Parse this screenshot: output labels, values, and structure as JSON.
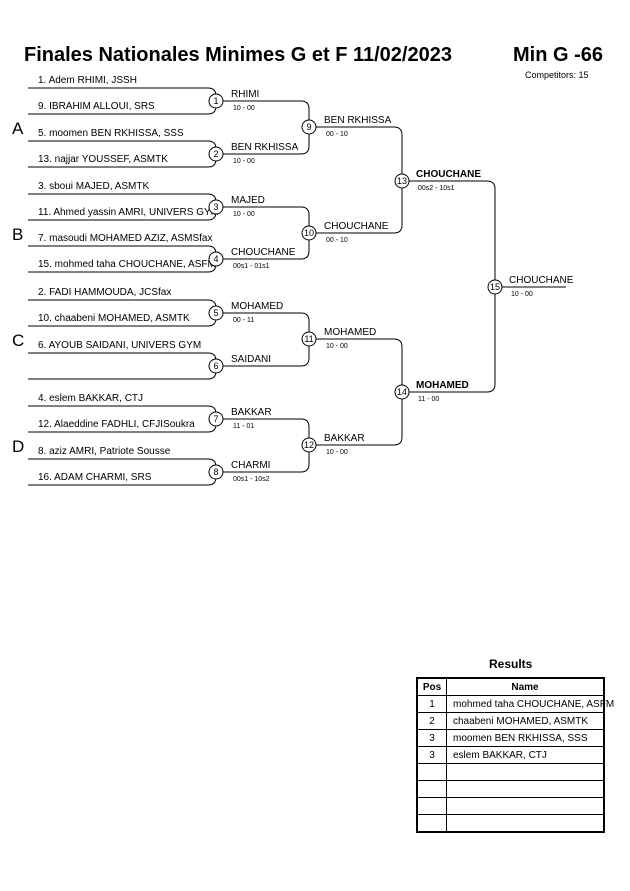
{
  "header": {
    "title": "Finales Nationales Minimes G et F  11/02/2023",
    "category": "Min G -66",
    "competitors": "Competitors: 15"
  },
  "pools": [
    "A",
    "B",
    "C",
    "D"
  ],
  "players": [
    "1. Adem RHIMI, JSSH",
    "9. IBRAHIM ALLOUI, SRS",
    "5. moomen BEN RKHISSA, SSS",
    "13. najjar YOUSSEF, ASMTK",
    "3. sboui MAJED, ASMTK",
    "11. Ahmed yassin AMRI, UNIVERS GYM",
    "7. masoudi MOHAMED AZIZ, ASMSfax",
    "15. mohmed taha CHOUCHANE, ASFM",
    "2. FADI HAMMOUDA, JCSfax",
    "10. chaabeni MOHAMED, ASMTK",
    "6. AYOUB SAIDANI, UNIVERS GYM",
    "",
    "4. eslem BAKKAR, CTJ",
    "12. Alaeddine FADHLI, CFJISoukra",
    "8. aziz AMRI, Patriote Sousse",
    "16. ADAM CHARMI, SRS"
  ],
  "matches": {
    "r1": [
      {
        "num": "1",
        "winner": "RHIMI",
        "score": "10 - 00"
      },
      {
        "num": "2",
        "winner": "BEN RKHISSA",
        "score": "10 - 00"
      },
      {
        "num": "3",
        "winner": "MAJED",
        "score": "10 - 00"
      },
      {
        "num": "4",
        "winner": "CHOUCHANE",
        "score": "00s1 - 01s1"
      },
      {
        "num": "5",
        "winner": "MOHAMED",
        "score": "00 - 11"
      },
      {
        "num": "6",
        "winner": "SAIDANI",
        "score": ""
      },
      {
        "num": "7",
        "winner": "BAKKAR",
        "score": "11 - 01"
      },
      {
        "num": "8",
        "winner": "CHARMI",
        "score": "00s1 - 10s2"
      }
    ],
    "r2": [
      {
        "num": "9",
        "winner": "BEN RKHISSA",
        "score": "00 - 10"
      },
      {
        "num": "10",
        "winner": "CHOUCHANE",
        "score": "00 - 10"
      },
      {
        "num": "11",
        "winner": "MOHAMED",
        "score": "10 - 00"
      },
      {
        "num": "12",
        "winner": "BAKKAR",
        "score": "10 - 00"
      }
    ],
    "r3": [
      {
        "num": "13",
        "winner": "CHOUCHANE",
        "score": "00s2 - 10s1"
      },
      {
        "num": "14",
        "winner": "MOHAMED",
        "score": "11 - 00"
      }
    ],
    "final": {
      "num": "15",
      "winner": "CHOUCHANE",
      "score": "10 - 00"
    }
  },
  "results": {
    "title": "Results",
    "col_pos": "Pos",
    "col_name": "Name",
    "rows": [
      {
        "pos": "1",
        "name": "mohmed taha CHOUCHANE, ASFM"
      },
      {
        "pos": "2",
        "name": "chaabeni MOHAMED, ASMTK"
      },
      {
        "pos": "3",
        "name": "moomen BEN RKHISSA, SSS"
      },
      {
        "pos": "3",
        "name": "eslem BAKKAR, CTJ"
      },
      {
        "pos": "",
        "name": ""
      },
      {
        "pos": "",
        "name": ""
      },
      {
        "pos": "",
        "name": ""
      },
      {
        "pos": "",
        "name": ""
      }
    ]
  }
}
